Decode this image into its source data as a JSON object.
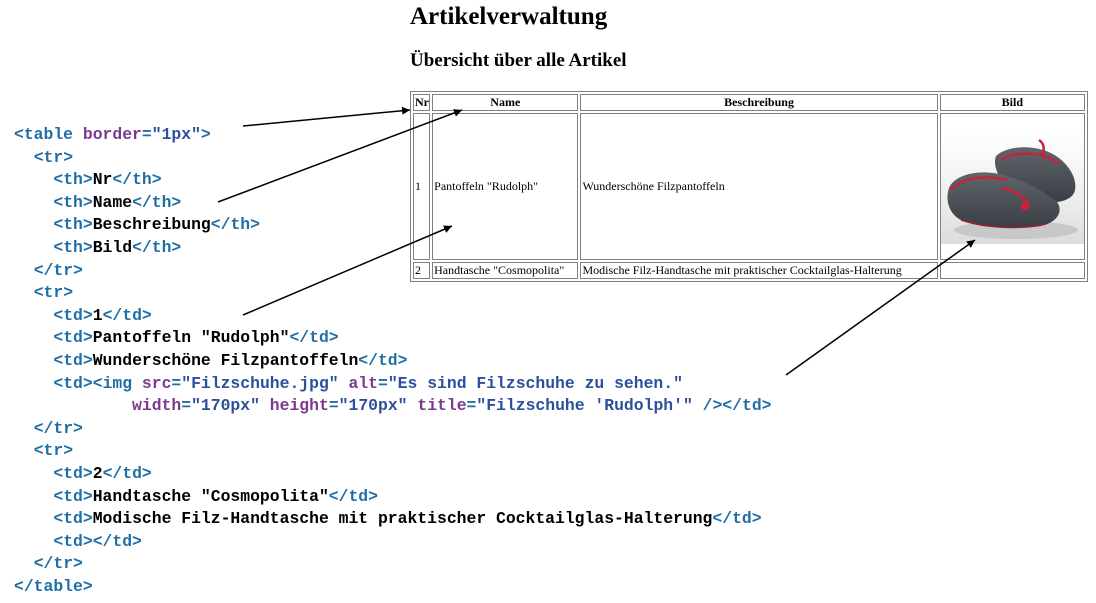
{
  "page": {
    "title": "Artikelverwaltung",
    "subtitle": "Übersicht über alle Artikel"
  },
  "table": {
    "headers": [
      "Nr",
      "Name",
      "Beschreibung",
      "Bild"
    ],
    "rows": [
      {
        "nr": "1",
        "name": "Pantoffeln \"Rudolph\"",
        "beschreibung": "Wunderschöne Filzpantoffeln",
        "bild": "slippers-image"
      },
      {
        "nr": "2",
        "name": "Handtasche \"Cosmopolita\"",
        "beschreibung": "Modische Filz-Handtasche mit praktischer Cocktailglas-Halterung",
        "bild": ""
      }
    ]
  },
  "code": {
    "lines": [
      [
        {
          "t": "tag",
          "s": "<table "
        },
        {
          "t": "attr",
          "s": "border"
        },
        {
          "t": "tag",
          "s": "="
        },
        {
          "t": "val",
          "s": "\"1px\""
        },
        {
          "t": "tag",
          "s": ">"
        }
      ],
      [
        {
          "t": "txt",
          "s": "  "
        },
        {
          "t": "tag",
          "s": "<tr>"
        }
      ],
      [
        {
          "t": "txt",
          "s": "    "
        },
        {
          "t": "tag",
          "s": "<th>"
        },
        {
          "t": "txt",
          "s": "Nr"
        },
        {
          "t": "tag",
          "s": "</th>"
        }
      ],
      [
        {
          "t": "txt",
          "s": "    "
        },
        {
          "t": "tag",
          "s": "<th>"
        },
        {
          "t": "txt",
          "s": "Name"
        },
        {
          "t": "tag",
          "s": "</th>"
        }
      ],
      [
        {
          "t": "txt",
          "s": "    "
        },
        {
          "t": "tag",
          "s": "<th>"
        },
        {
          "t": "txt",
          "s": "Beschreibung"
        },
        {
          "t": "tag",
          "s": "</th>"
        }
      ],
      [
        {
          "t": "txt",
          "s": "    "
        },
        {
          "t": "tag",
          "s": "<th>"
        },
        {
          "t": "txt",
          "s": "Bild"
        },
        {
          "t": "tag",
          "s": "</th>"
        }
      ],
      [
        {
          "t": "txt",
          "s": "  "
        },
        {
          "t": "tag",
          "s": "</tr>"
        }
      ],
      [
        {
          "t": "txt",
          "s": "  "
        },
        {
          "t": "tag",
          "s": "<tr>"
        }
      ],
      [
        {
          "t": "txt",
          "s": "    "
        },
        {
          "t": "tag",
          "s": "<td>"
        },
        {
          "t": "txt",
          "s": "1"
        },
        {
          "t": "tag",
          "s": "</td>"
        }
      ],
      [
        {
          "t": "txt",
          "s": "    "
        },
        {
          "t": "tag",
          "s": "<td>"
        },
        {
          "t": "txt",
          "s": "Pantoffeln \"Rudolph\""
        },
        {
          "t": "tag",
          "s": "</td>"
        }
      ],
      [
        {
          "t": "txt",
          "s": "    "
        },
        {
          "t": "tag",
          "s": "<td>"
        },
        {
          "t": "txt",
          "s": "Wunderschöne Filzpantoffeln"
        },
        {
          "t": "tag",
          "s": "</td>"
        }
      ],
      [
        {
          "t": "txt",
          "s": "    "
        },
        {
          "t": "tag",
          "s": "<td><img "
        },
        {
          "t": "attr",
          "s": "src"
        },
        {
          "t": "tag",
          "s": "="
        },
        {
          "t": "val",
          "s": "\"Filzschuhe.jpg\""
        },
        {
          "t": "tag",
          "s": " "
        },
        {
          "t": "attr",
          "s": "alt"
        },
        {
          "t": "tag",
          "s": "="
        },
        {
          "t": "val",
          "s": "\"Es sind Filzschuhe zu sehen.\""
        }
      ],
      [
        {
          "t": "txt",
          "s": "            "
        },
        {
          "t": "attr",
          "s": "width"
        },
        {
          "t": "tag",
          "s": "="
        },
        {
          "t": "val",
          "s": "\"170px\""
        },
        {
          "t": "tag",
          "s": " "
        },
        {
          "t": "attr",
          "s": "height"
        },
        {
          "t": "tag",
          "s": "="
        },
        {
          "t": "val",
          "s": "\"170px\""
        },
        {
          "t": "tag",
          "s": " "
        },
        {
          "t": "attr",
          "s": "title"
        },
        {
          "t": "tag",
          "s": "="
        },
        {
          "t": "val",
          "s": "\"Filzschuhe 'Rudolph'\""
        },
        {
          "t": "tag",
          "s": " /></td>"
        }
      ],
      [
        {
          "t": "txt",
          "s": "  "
        },
        {
          "t": "tag",
          "s": "</tr>"
        }
      ],
      [
        {
          "t": "txt",
          "s": "  "
        },
        {
          "t": "tag",
          "s": "<tr>"
        }
      ],
      [
        {
          "t": "txt",
          "s": "    "
        },
        {
          "t": "tag",
          "s": "<td>"
        },
        {
          "t": "txt",
          "s": "2"
        },
        {
          "t": "tag",
          "s": "</td>"
        }
      ],
      [
        {
          "t": "txt",
          "s": "    "
        },
        {
          "t": "tag",
          "s": "<td>"
        },
        {
          "t": "txt",
          "s": "Handtasche \"Cosmopolita\""
        },
        {
          "t": "tag",
          "s": "</td>"
        }
      ],
      [
        {
          "t": "txt",
          "s": "    "
        },
        {
          "t": "tag",
          "s": "<td>"
        },
        {
          "t": "txt",
          "s": "Modische Filz-Handtasche mit praktischer Cocktailglas-Halterung"
        },
        {
          "t": "tag",
          "s": "</td>"
        }
      ],
      [
        {
          "t": "txt",
          "s": "    "
        },
        {
          "t": "tag",
          "s": "<td></td>"
        }
      ],
      [
        {
          "t": "txt",
          "s": "  "
        },
        {
          "t": "tag",
          "s": "</tr>"
        }
      ],
      [
        {
          "t": "tag",
          "s": "</table>"
        }
      ]
    ]
  },
  "colors": {
    "tag": "#1f6fa6",
    "attr": "#7b3a8f",
    "value": "#2c4f9e",
    "text": "#000000",
    "table_border": "#808080",
    "slipper_felt": "#4a4f55",
    "slipper_trim": "#c4233a"
  }
}
